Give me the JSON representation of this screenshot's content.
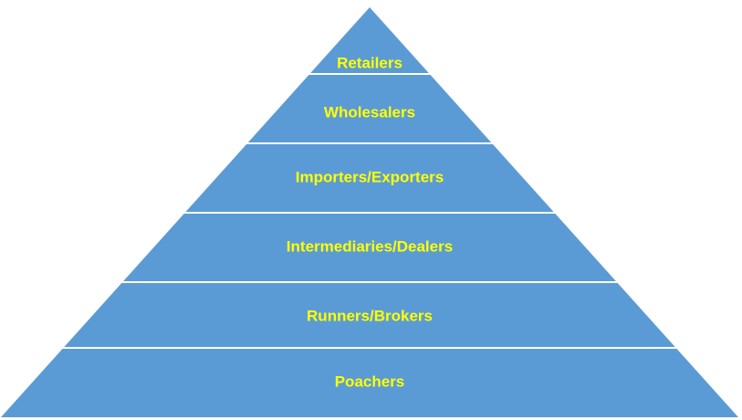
{
  "diagram": {
    "type": "pyramid",
    "colors": {
      "fill": "#5B9BD5",
      "text": "#FFFF00",
      "separator": "#FFFFFF"
    },
    "layers": [
      {
        "label": "Retailers"
      },
      {
        "label": "Wholesalers"
      },
      {
        "label": "Importers/Exporters"
      },
      {
        "label": "Intermediaries/Dealers"
      },
      {
        "label": "Runners/Brokers"
      },
      {
        "label": "Poachers"
      }
    ]
  }
}
